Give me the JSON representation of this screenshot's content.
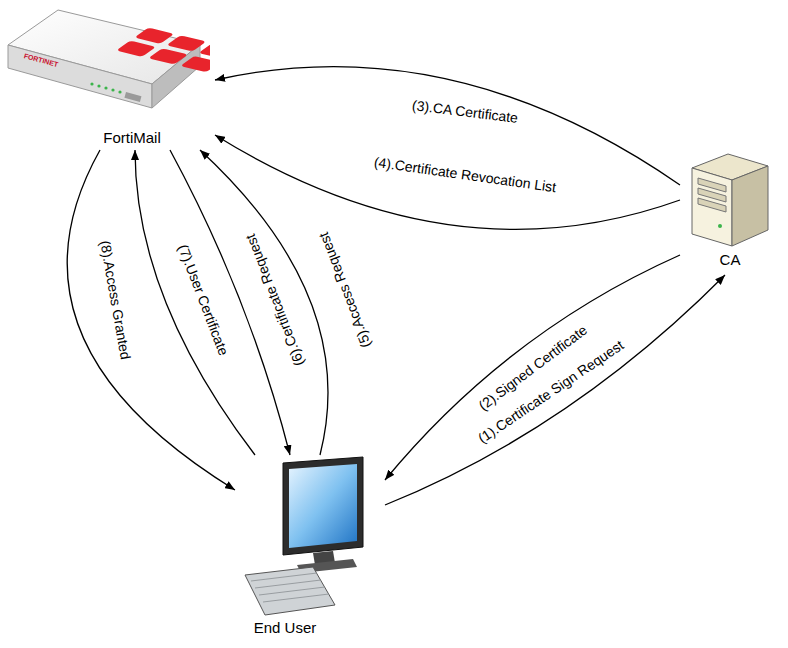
{
  "diagram": {
    "nodes": [
      {
        "text": [
          "FortiMail"
        ]
      },
      {
        "text": [
          "CA"
        ]
      },
      {
        "text": [
          "End User"
        ]
      }
    ],
    "edges": [
      {
        "from": 2,
        "to": 1,
        "arrow": "to",
        "label": "(1).Certificate Sign Request"
      },
      {
        "from": 1,
        "to": 2,
        "arrow": "to",
        "label": "(2).Signed Certificate"
      },
      {
        "from": 1,
        "to": 0,
        "arrow": "to",
        "label": "(3).CA Certificate"
      },
      {
        "from": 1,
        "to": 0,
        "arrow": "to",
        "label": "(4).Certificate Revocation List"
      },
      {
        "from": 2,
        "to": 0,
        "arrow": "to",
        "label": "(5).Access Request"
      },
      {
        "from": 0,
        "to": 2,
        "arrow": "to",
        "label": "(6).Certificate Request"
      },
      {
        "from": 2,
        "to": 0,
        "arrow": "to",
        "label": "(7).User Certificate"
      },
      {
        "from": 0,
        "to": 2,
        "arrow": "to",
        "label": "(8).Access Granted"
      }
    ],
    "labels": [
      "FORTINET"
    ]
  }
}
